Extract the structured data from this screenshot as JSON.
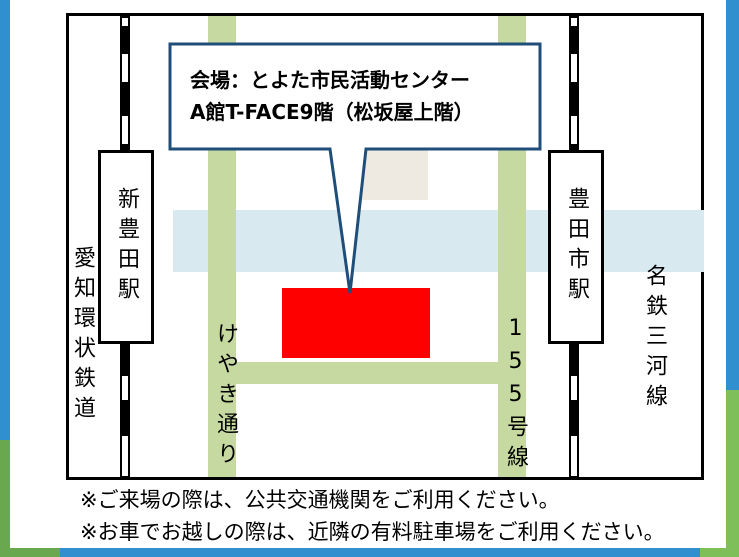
{
  "map": {
    "venue_line1": "会場：とよた市民活動センター",
    "venue_line2": "A館T-FACE9階（松坂屋上階）",
    "station_left": "新豊田駅",
    "station_right": "豊田市駅",
    "line_left": "愛知環状鉄道",
    "line_right": "名鉄三河線",
    "road_left": "けやき通り",
    "road_right": "155号線"
  },
  "notes": {
    "line1": "※ご来場の際は、公共交通機関をご利用ください。",
    "line2": "※お車でお越しの際は、近隣の有料駐車場をご利用ください。"
  },
  "colors": {
    "venue": "#ff0000",
    "road": "#c6d9a0",
    "river": "#d8e9f0",
    "callout_fill": "#ffffff",
    "callout_border": "#1f4e79"
  }
}
